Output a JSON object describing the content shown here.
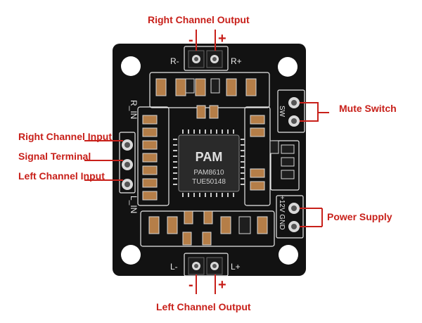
{
  "labels": {
    "right_channel_output": "Right Channel Output",
    "left_channel_output": "Left Channel Output",
    "mute_switch": "Mute Switch",
    "right_channel_input": "Right Channel Input",
    "signal_terminal": "Signal Terminal",
    "left_channel_input": "Left Channel Input",
    "power_supply": "Power Supply",
    "top_minus": "-",
    "top_plus": "+",
    "bottom_minus": "-",
    "bottom_plus": "+"
  },
  "silkscreen": {
    "r_minus": "R-",
    "r_plus": "R+",
    "l_minus": "L-",
    "l_plus": "L+",
    "r_in": "R_IN",
    "l_in": "L_IN",
    "sw": "SW",
    "power": "+12V GND",
    "chip_logo": "PAM",
    "chip_model": "PAM8610",
    "chip_code": "TUE50148"
  },
  "colors": {
    "annotation": "#c8201a",
    "board": "#111111",
    "silk": "#e8e8e8"
  }
}
